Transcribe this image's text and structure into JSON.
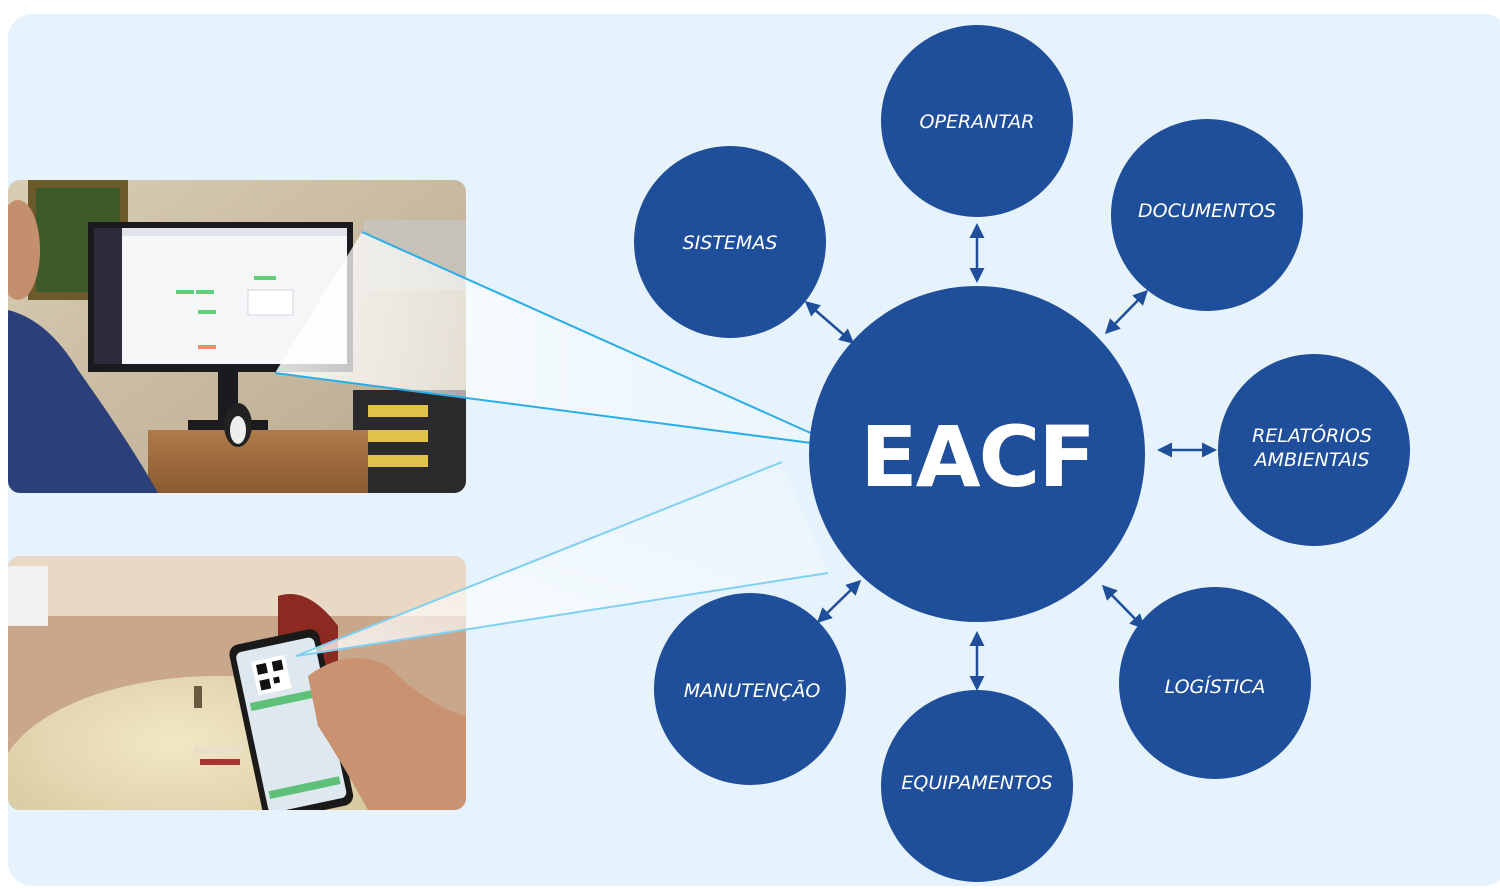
{
  "diagram": {
    "center": {
      "id": "eacf",
      "label": "EACF"
    },
    "nodes": [
      {
        "id": "operantar",
        "lines": [
          "OPERANTAR"
        ]
      },
      {
        "id": "documentos",
        "lines": [
          "DOCUMENTOS"
        ]
      },
      {
        "id": "relatorios",
        "lines": [
          "RELATÓRIOS",
          "AMBIENTAIS"
        ]
      },
      {
        "id": "logistica",
        "lines": [
          "LOGÍSTICA"
        ]
      },
      {
        "id": "equipamentos",
        "lines": [
          "EQUIPAMENTOS"
        ]
      },
      {
        "id": "manutencao",
        "lines": [
          "MANUTENÇÃO"
        ]
      },
      {
        "id": "sistemas",
        "lines": [
          "SISTEMAS"
        ]
      }
    ],
    "colors": {
      "background": "#e6f3fc",
      "circle": "#1f4e9a",
      "arrow": "#1f4e9a",
      "beam": "#2aaee8",
      "text": "#ffffff"
    }
  },
  "photos": [
    {
      "id": "desk-monitor",
      "subject": "workstation-with-monitor"
    },
    {
      "id": "phone-qr",
      "subject": "hand-holding-phone-scanning-qr"
    }
  ]
}
